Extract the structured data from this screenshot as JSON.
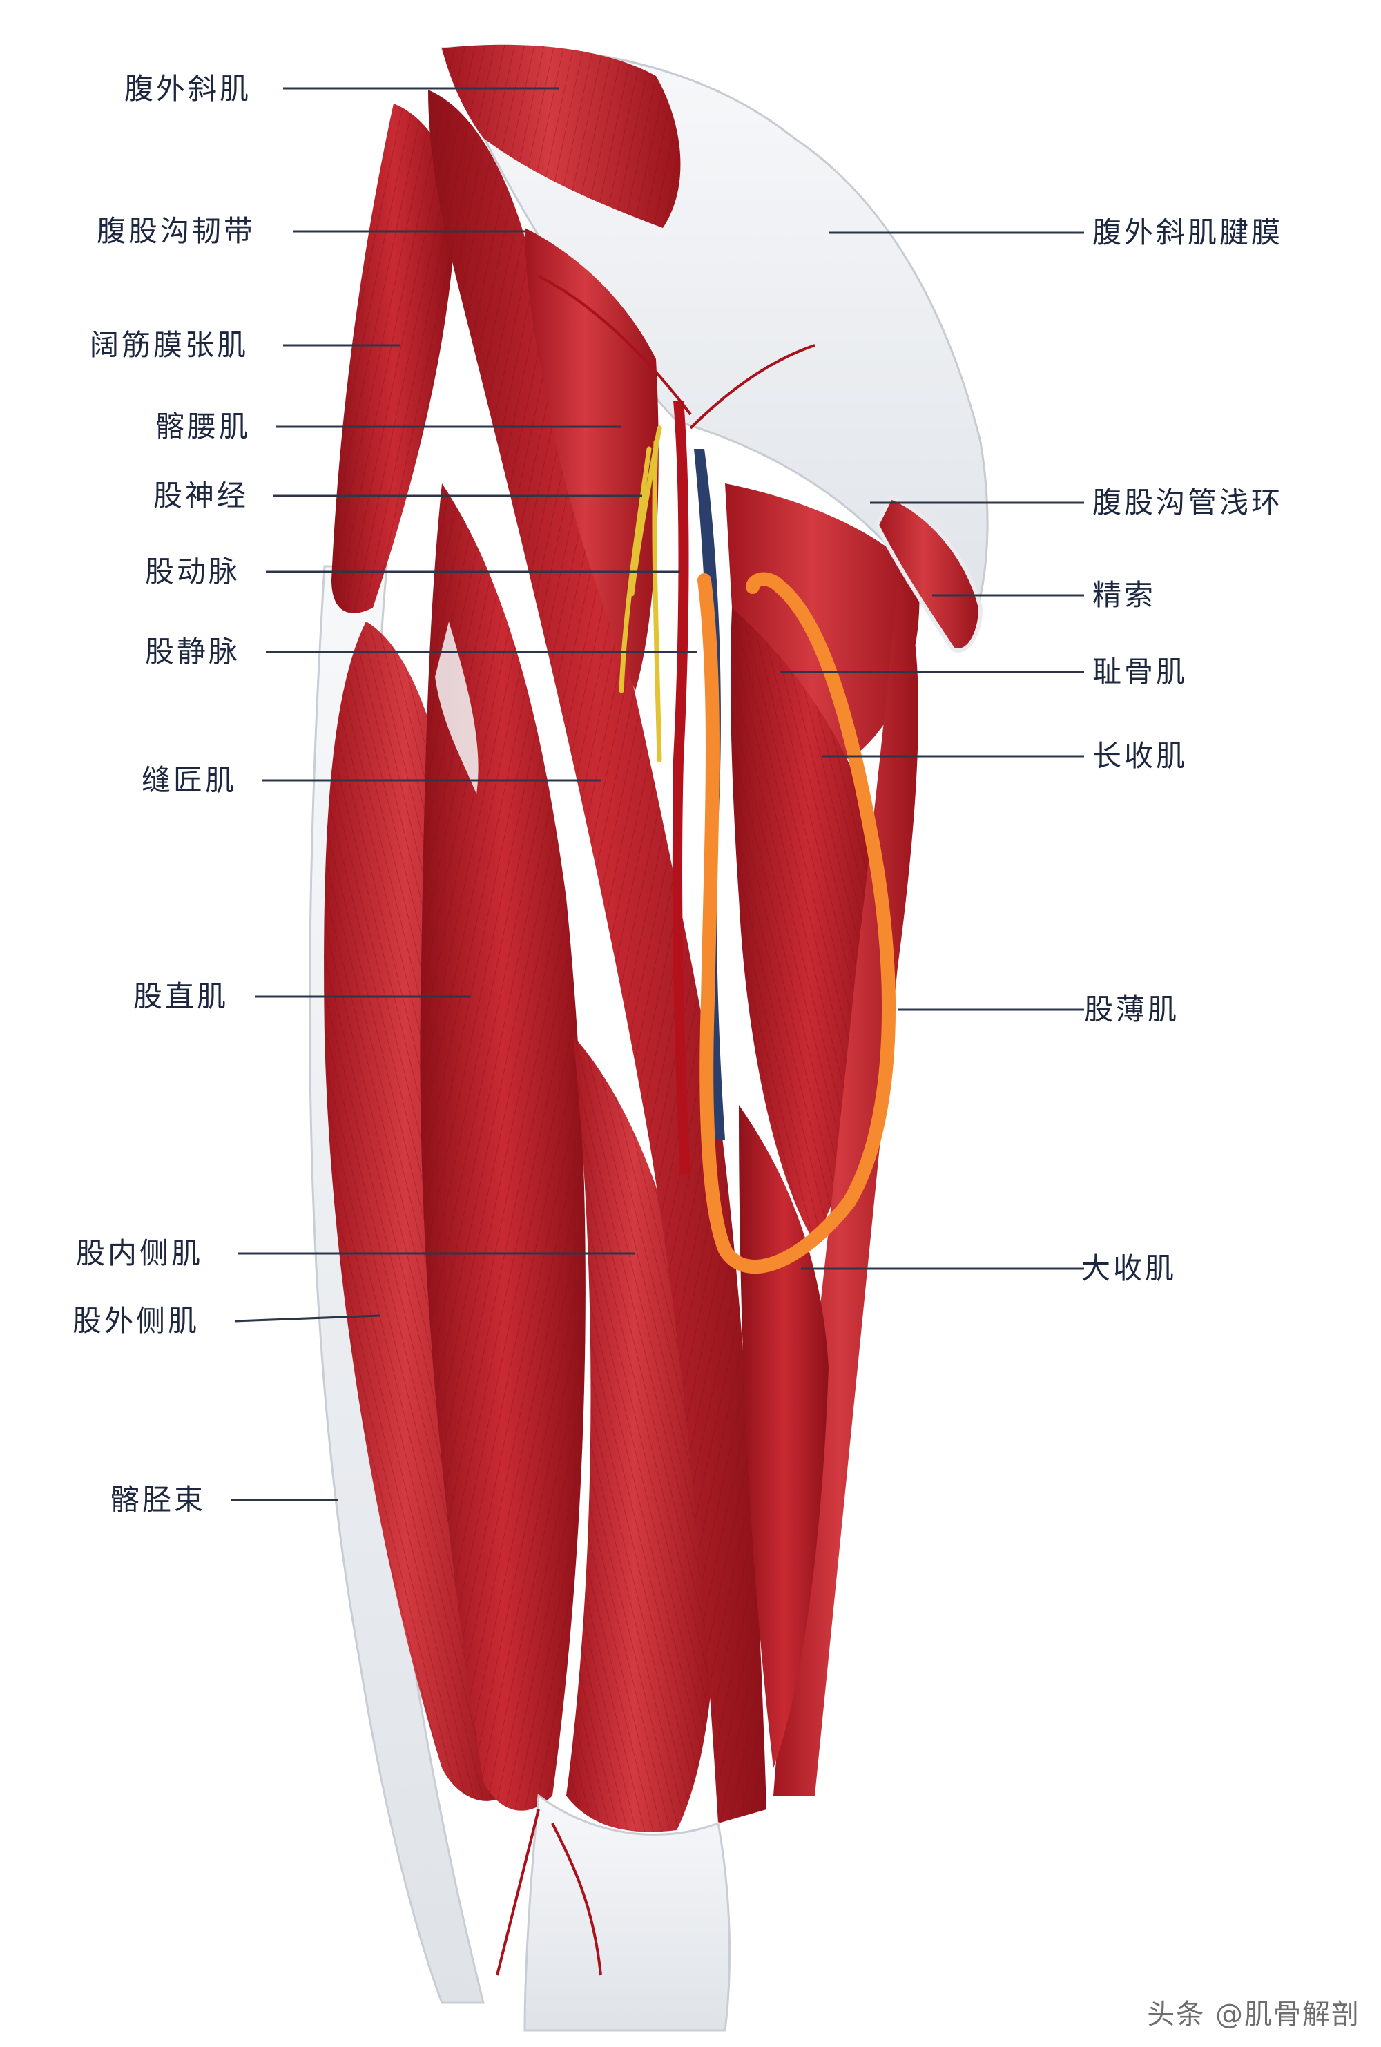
{
  "labels_left": [
    {
      "id": "external-oblique",
      "text": "腹外斜肌"
    },
    {
      "id": "inguinal-ligament",
      "text": "腹股沟韧带"
    },
    {
      "id": "tensor-fasciae-latae",
      "text": "阔筋膜张肌"
    },
    {
      "id": "iliopsoas",
      "text": "髂腰肌"
    },
    {
      "id": "femoral-nerve",
      "text": "股神经"
    },
    {
      "id": "femoral-artery",
      "text": "股动脉"
    },
    {
      "id": "femoral-vein",
      "text": "股静脉"
    },
    {
      "id": "sartorius",
      "text": "缝匠肌"
    },
    {
      "id": "rectus-femoris",
      "text": "股直肌"
    },
    {
      "id": "vastus-medialis",
      "text": "股内侧肌"
    },
    {
      "id": "vastus-lateralis",
      "text": "股外侧肌"
    },
    {
      "id": "iliotibial-tract",
      "text": "髂胫束"
    }
  ],
  "labels_right": [
    {
      "id": "external-oblique-aponeurosis",
      "text": "腹外斜肌腱膜"
    },
    {
      "id": "superficial-inguinal-ring",
      "text": "腹股沟管浅环"
    },
    {
      "id": "spermatic-cord",
      "text": "精索"
    },
    {
      "id": "pectineus",
      "text": "耻骨肌"
    },
    {
      "id": "adductor-longus",
      "text": "长收肌"
    },
    {
      "id": "gracilis",
      "text": "股薄肌"
    },
    {
      "id": "adductor-magnus",
      "text": "大收肌"
    }
  ],
  "watermark": "头条 @肌骨解剖",
  "colors": {
    "muscle": "#b8202a",
    "muscle_dark": "#8e1119",
    "tendon": "#eef0f3",
    "nerve": "#e3c234",
    "vein": "#2a3f6b",
    "highlight": "#f58a2e",
    "label": "#1d2740"
  }
}
